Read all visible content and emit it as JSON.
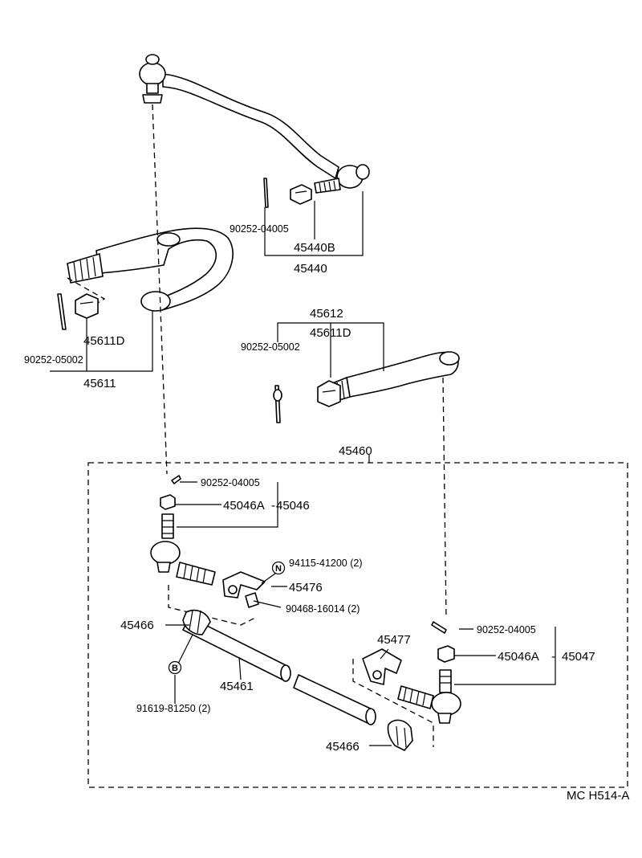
{
  "diagram": {
    "labels": {
      "p90252_04005_top": "90252-04005",
      "p45440B": "45440B",
      "p45440": "45440",
      "p45611D_left": "45611D",
      "p90252_05002_left": "90252-05002",
      "p45611": "45611",
      "p45612": "45612",
      "p45611D_right": "45611D",
      "p90252_05002_right": "90252-05002",
      "p45460": "45460",
      "p90252_04005_mid": "90252-04005",
      "p45046A_left": "45046A",
      "p45046": "45046",
      "p94115_41200": "94115-41200 (2)",
      "p45476": "45476",
      "p90468_16014": "90468-16014 (2)",
      "p45466_upper": "45466",
      "p45461": "45461",
      "p91619_81250": "91619-81250 (2)",
      "p90252_04005_right": "90252-04005",
      "p45477": "45477",
      "p45046A_right": "45046A",
      "p45047": "45047",
      "p45466_lower": "45466",
      "code_n": "N",
      "code_b": "B",
      "drawing_id": "MC H514-A"
    }
  }
}
